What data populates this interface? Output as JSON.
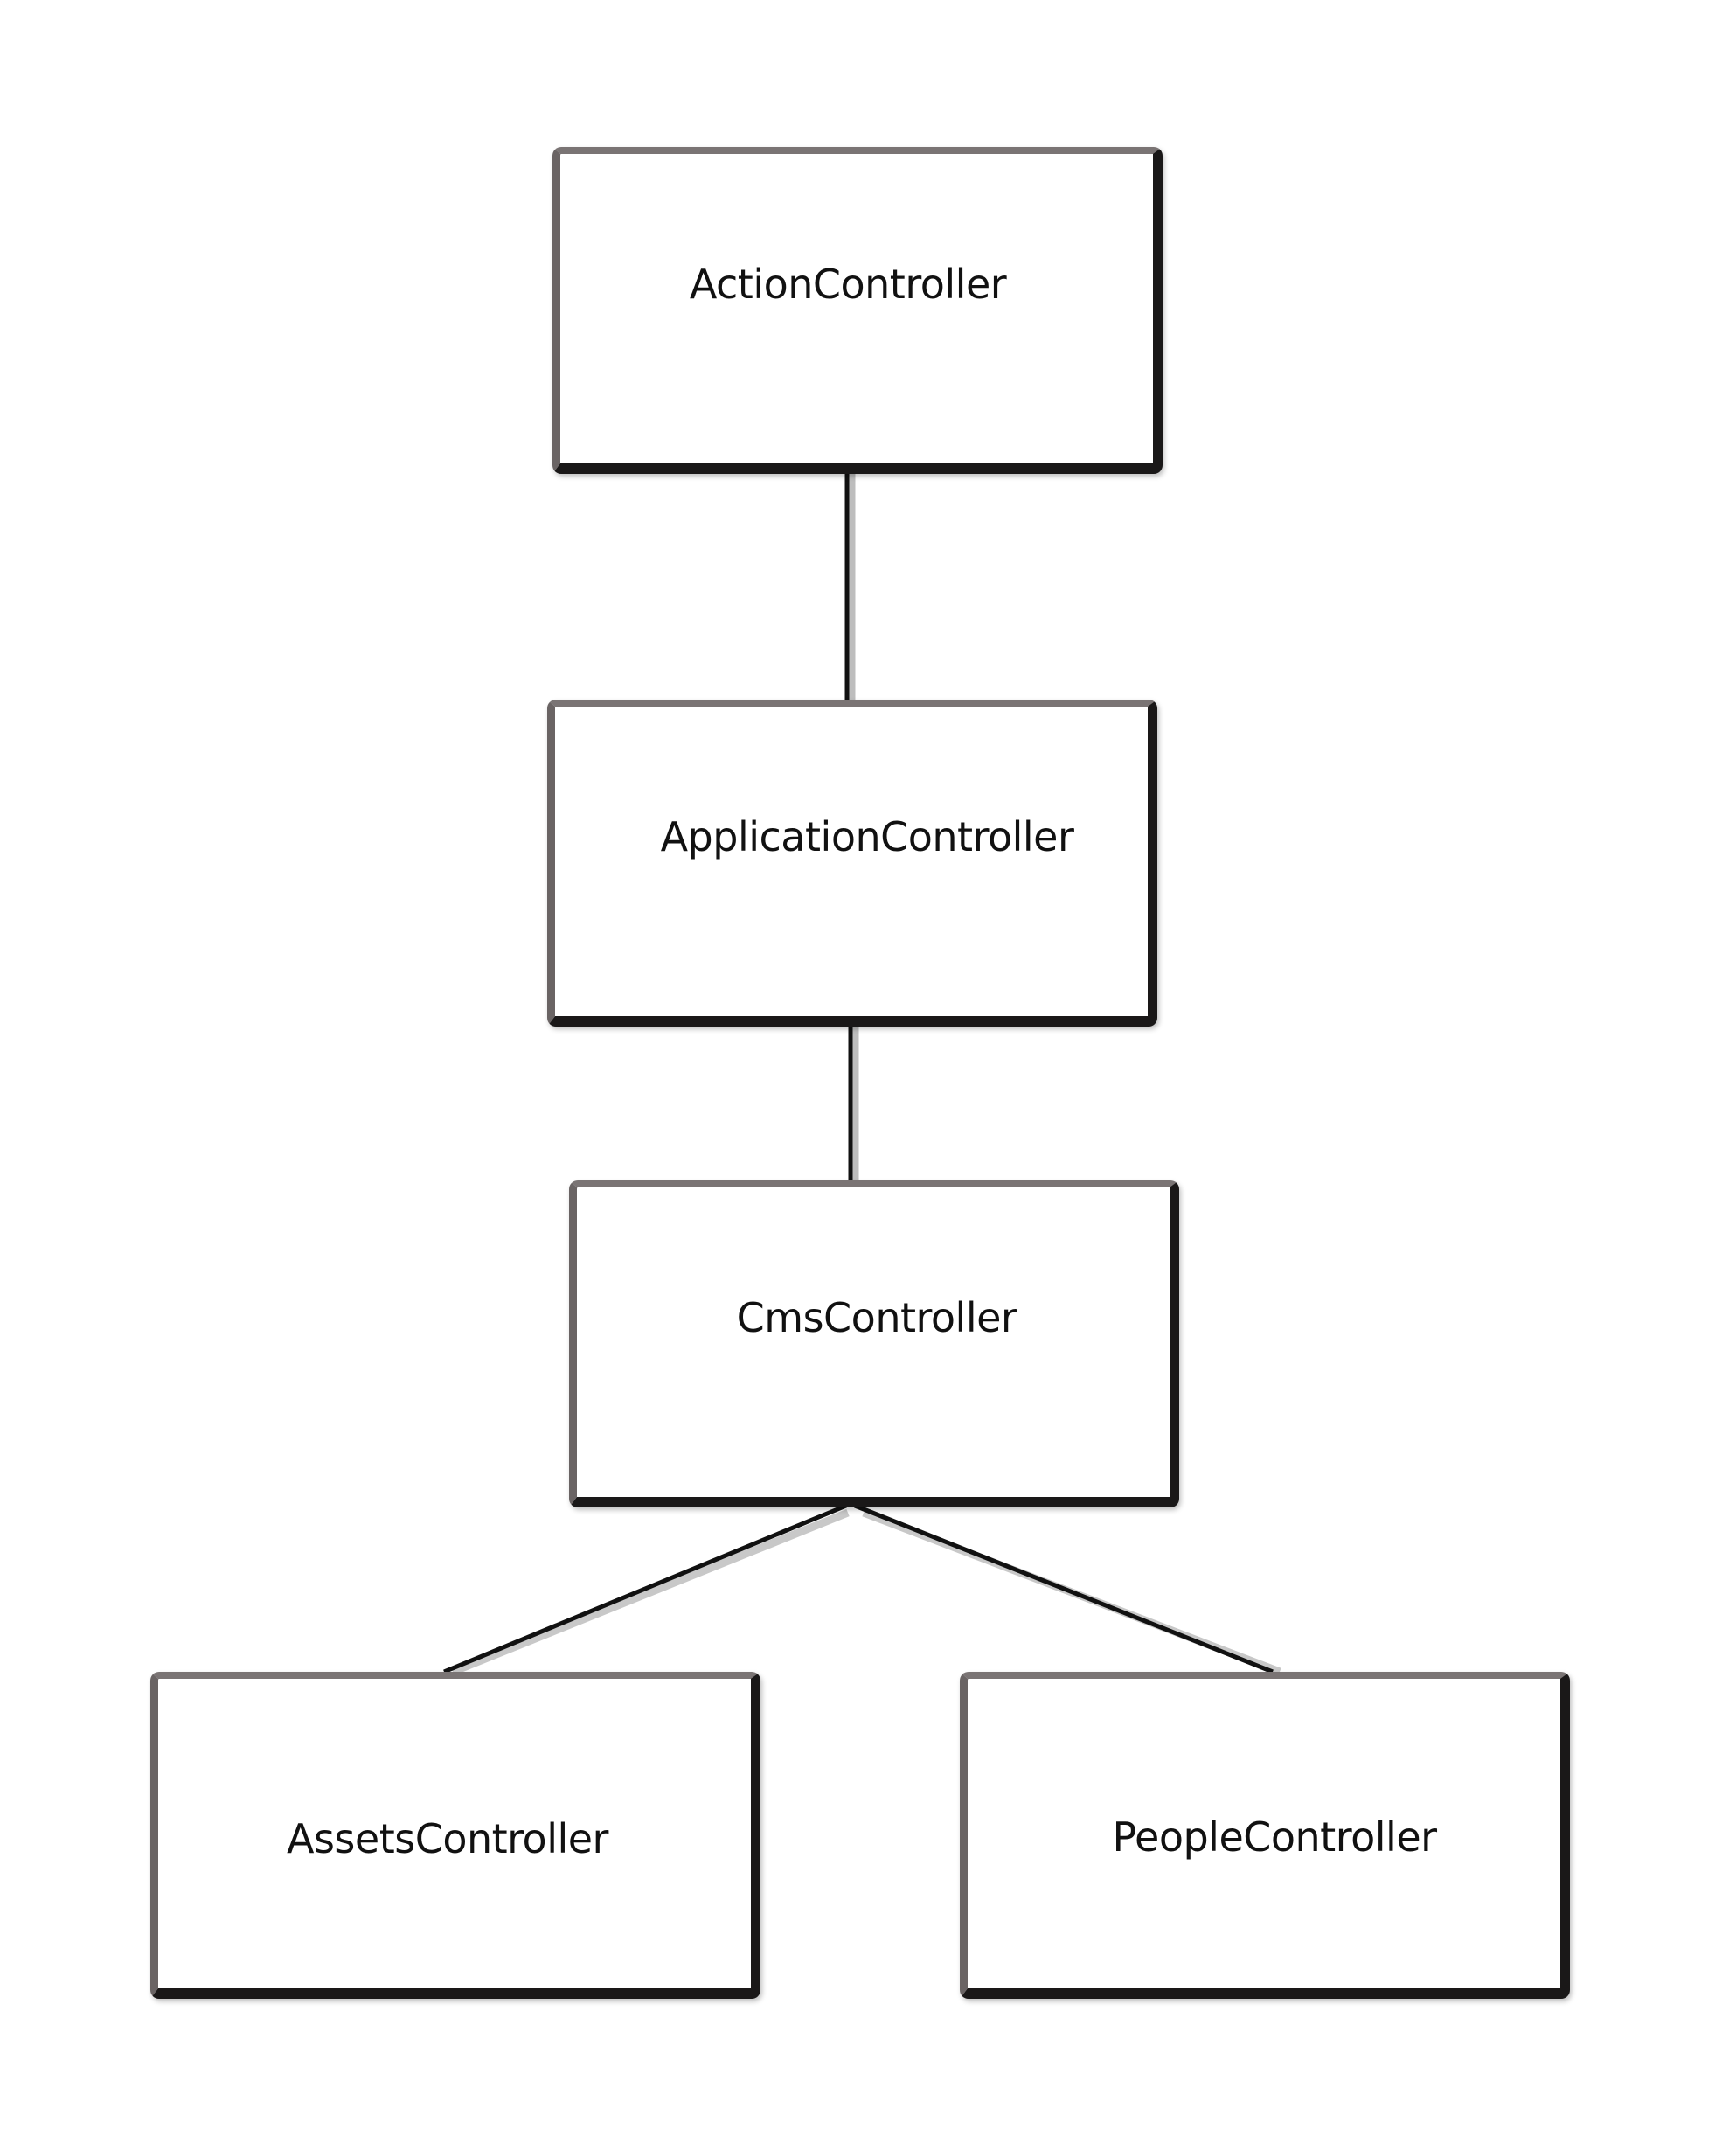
{
  "diagram": {
    "nodes": [
      {
        "id": "action",
        "label": "ActionController"
      },
      {
        "id": "app",
        "label": "ApplicationController"
      },
      {
        "id": "cms",
        "label": "CmsController"
      },
      {
        "id": "assets",
        "label": "AssetsController"
      },
      {
        "id": "people",
        "label": "PeopleController"
      }
    ],
    "edges": [
      {
        "from": "action",
        "to": "app"
      },
      {
        "from": "app",
        "to": "cms"
      },
      {
        "from": "cms",
        "to": "assets"
      },
      {
        "from": "cms",
        "to": "people"
      }
    ]
  }
}
